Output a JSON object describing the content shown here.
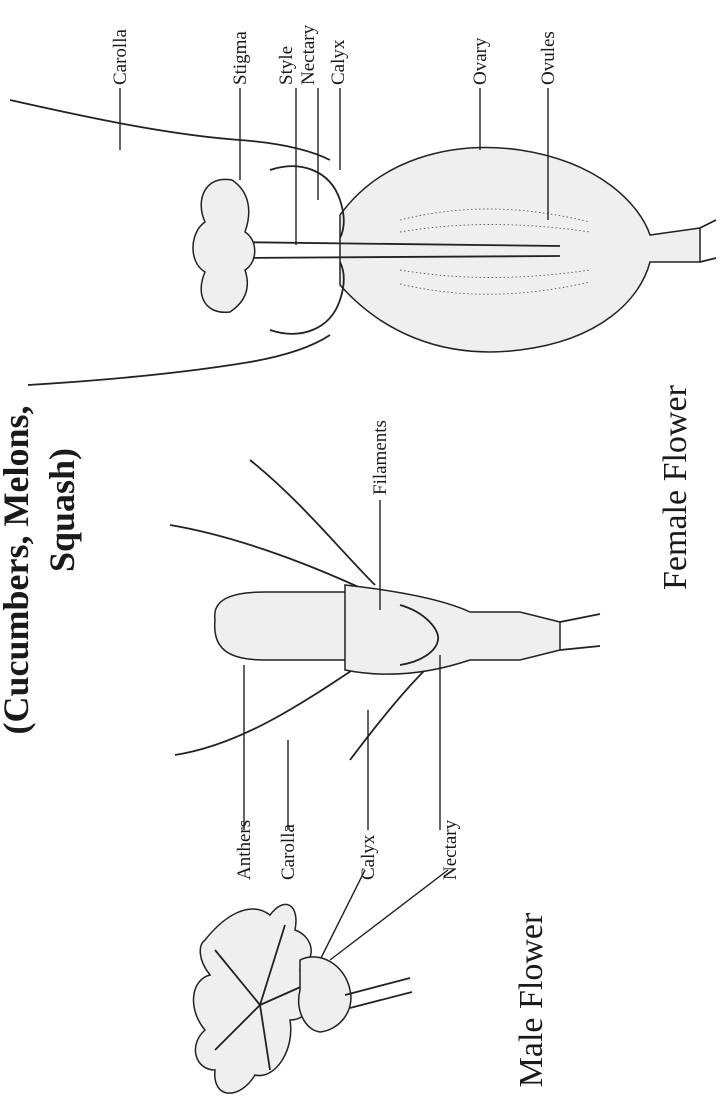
{
  "heading": {
    "line1": "(Cucumbers, Melons,",
    "line2": "Squash)"
  },
  "male_flower": {
    "title": "Male Flower",
    "labels": {
      "anthers": "Anthers",
      "carolla": "Carolla",
      "calyx": "Calyx",
      "nectary": "Nectary",
      "filaments": "Filaments"
    }
  },
  "female_flower": {
    "title": "Female Flower",
    "labels": {
      "carolla": "Carolla",
      "stigma": "Stigma",
      "style": "Style",
      "nectary": "Nectary",
      "calyx": "Calyx",
      "ovary": "Ovary",
      "ovules": "Ovules"
    }
  }
}
